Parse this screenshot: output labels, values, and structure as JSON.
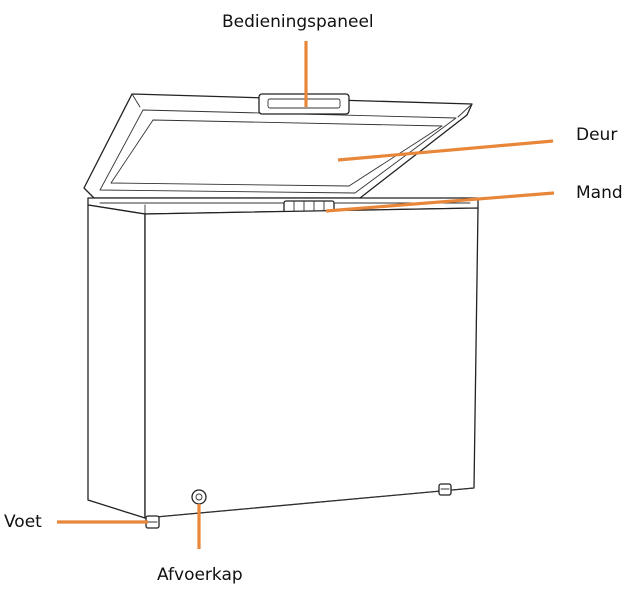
{
  "labels": {
    "control_panel": "Bedieningspaneel",
    "door": "Deur",
    "basket": "Mand",
    "foot": "Voet",
    "drain_cap": "Afvoerkap"
  },
  "colors": {
    "leader": "#e8873a",
    "outline": "#222222",
    "background": "#ffffff"
  }
}
